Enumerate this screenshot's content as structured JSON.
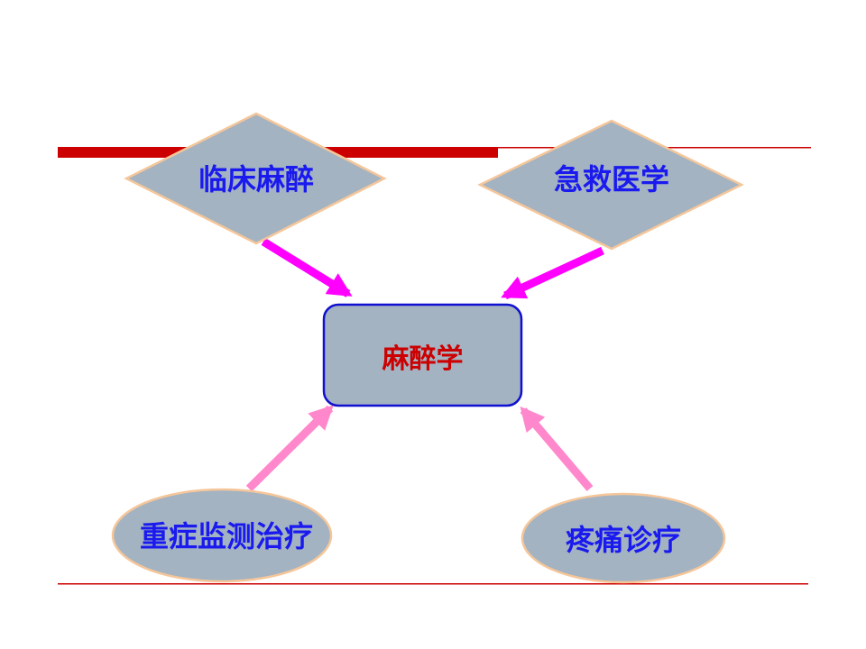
{
  "colors": {
    "shape_fill": "#a3b3c2",
    "shape_border": "#f5c69a",
    "center_border": "#1010d0",
    "label_blue": "#1a1aee",
    "center_label": "#cc0000",
    "rule_red": "#cc0000",
    "arrow_magenta": "#ff00ff",
    "arrow_pink": "#ff88cc"
  },
  "nodes": {
    "clinical_anesthesia": "临床麻醉",
    "emergency_medicine": "急救医学",
    "anesthesiology": "麻醉学",
    "critical_care": "重症监测治疗",
    "pain_management": "疼痛诊疗"
  }
}
